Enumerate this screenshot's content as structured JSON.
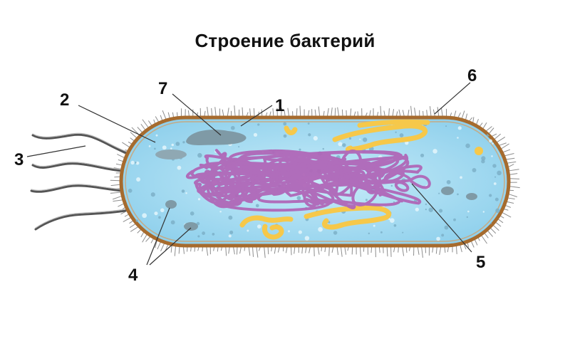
{
  "title": "Строение бактерий",
  "labels": [
    "1",
    "2",
    "3",
    "4",
    "5",
    "6",
    "7"
  ],
  "colors": {
    "cytoplasm": "#aee0f4",
    "cell_wall": "#a66b2e",
    "nucleoid": "#b067b8",
    "plasmid": "#f6c84a",
    "vacuole": "#7f9aa6",
    "pili": "#888888",
    "flagella": "#555555",
    "leader_line": "#333333"
  },
  "icons": {
    "cell": "bacterium-cell-icon",
    "flagellum": "flagellum-icon",
    "nucleoid": "nucleoid-dna-icon",
    "plasmid": "plasmid-icon",
    "inclusion": "inclusion-granule-icon"
  }
}
